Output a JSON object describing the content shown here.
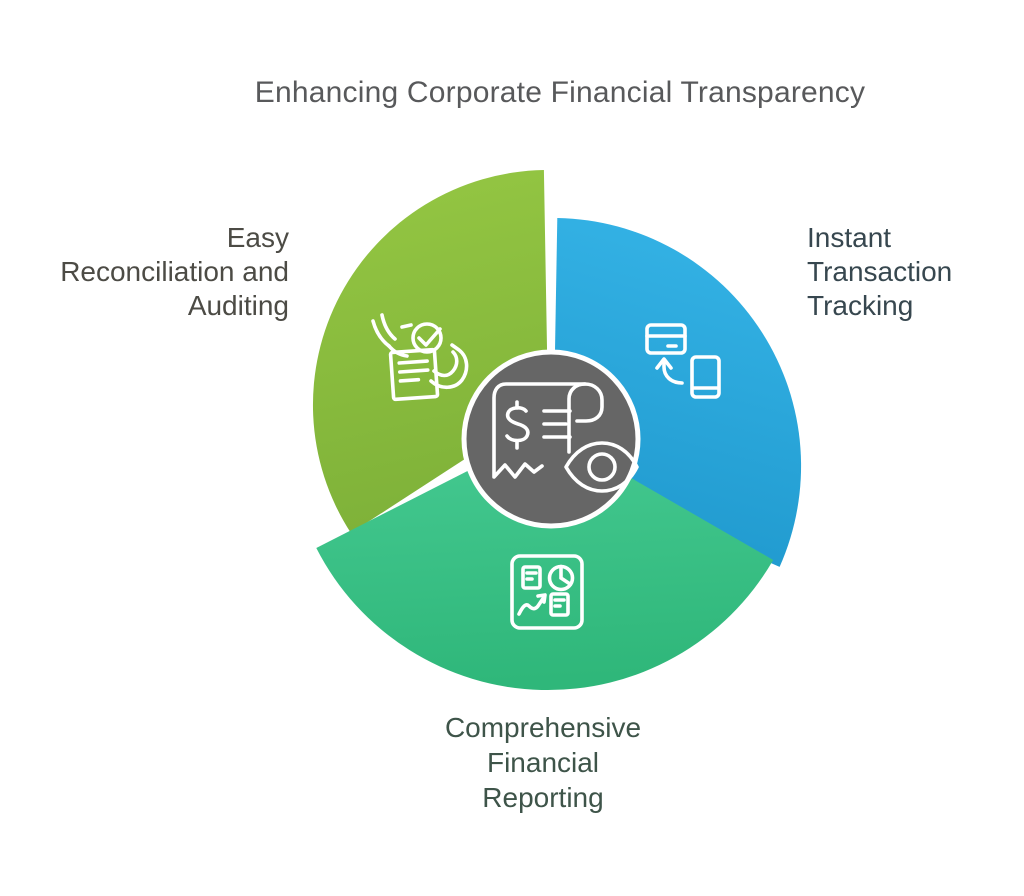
{
  "title": "Enhancing Corporate Financial Transparency",
  "title_color": "#58595b",
  "segments": [
    {
      "name": "Easy Reconciliation and Auditing",
      "label": "Easy\nReconciliation and\nAuditing",
      "color": "#8cbd3f",
      "gradient": [
        "#95c743",
        "#7fb239"
      ],
      "text_color": "#4c4b45",
      "icon": "hands-document-check"
    },
    {
      "name": "Instant Transaction Tracking",
      "label": "Instant\nTransaction\nTracking",
      "color": "#29a7dc",
      "gradient": [
        "#33b1e4",
        "#1e97cc"
      ],
      "text_color": "#37474f",
      "icon": "card-phone-transfer"
    },
    {
      "name": "Comprehensive Financial Reporting",
      "label": "Comprehensive\nFinancial\nReporting",
      "color": "#3bc187",
      "gradient": [
        "#46ca92",
        "#2fb77a"
      ],
      "text_color": "#3e5449",
      "icon": "dashboard-report"
    }
  ],
  "center": {
    "color": "#666666",
    "ring_color": "#ffffff",
    "icon": "receipt-eye",
    "currency_symbol": "$"
  }
}
